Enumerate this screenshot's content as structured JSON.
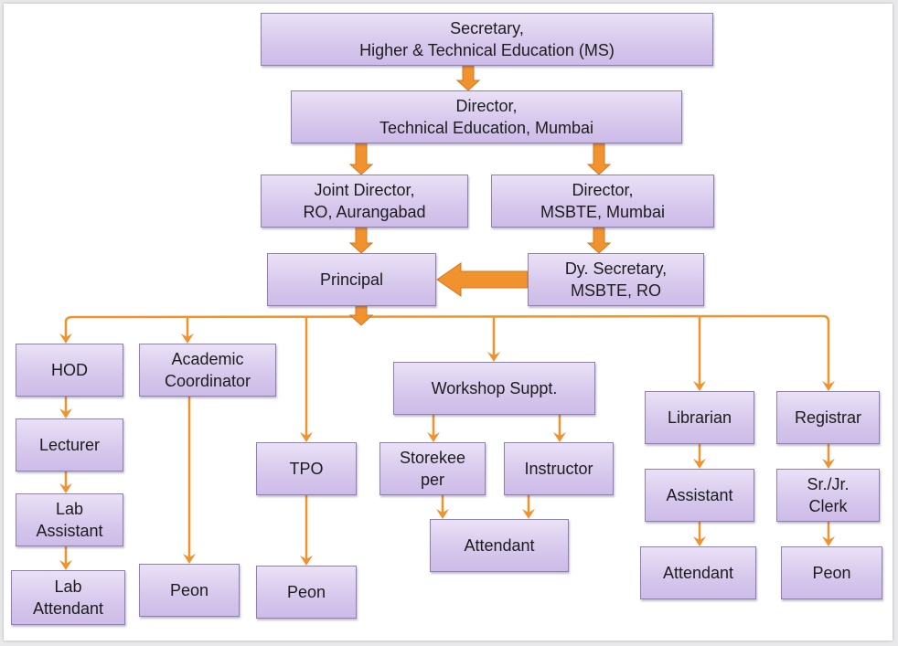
{
  "colors": {
    "box_fill": "#d9cbee",
    "box_border": "#8f80b3",
    "arrow": "#f0922e",
    "arrow_dark": "#d8751a"
  },
  "nodes": {
    "secretary": "Secretary,\nHigher & Technical Education (MS)",
    "director_te": "Director,\nTechnical Education, Mumbai",
    "joint_director": "Joint Director,\nRO, Aurangabad",
    "director_msbte": "Director,\nMSBTE, Mumbai",
    "principal": "Principal",
    "dy_secretary": "Dy. Secretary,\nMSBTE, RO",
    "hod": "HOD",
    "lecturer": "Lecturer",
    "lab_assistant": "Lab\nAssistant",
    "lab_attendant": "Lab\nAttendant",
    "academic_coordinator": "Academic\nCoordinator",
    "peon_academic": "Peon",
    "tpo": "TPO",
    "peon_tpo": "Peon",
    "workshop_suppt": "Workshop Suppt.",
    "storekeeper": "Storekee\nper",
    "instructor": "Instructor",
    "attendant_workshop": "Attendant",
    "librarian": "Librarian",
    "assistant_library": "Assistant",
    "attendant_library": "Attendant",
    "registrar": "Registrar",
    "clerk": "Sr./Jr.\nClerk",
    "peon_registrar": "Peon"
  }
}
